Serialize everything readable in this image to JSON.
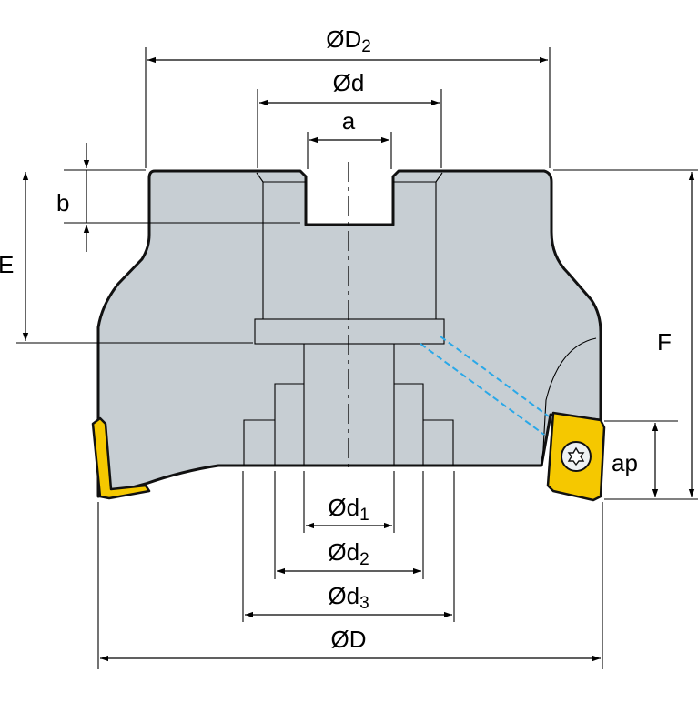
{
  "colors": {
    "body_fill": "#c7ced3",
    "outline": "#111111",
    "insert_fill": "#f5c800",
    "coolant_line": "#29a8e8"
  },
  "labels": {
    "D2": {
      "prefix": "Ø",
      "main": "D",
      "sub": "2"
    },
    "d": {
      "main": "Ød"
    },
    "a": {
      "main": "a"
    },
    "b": {
      "main": "b"
    },
    "E": {
      "main": "E"
    },
    "F": {
      "main": "F"
    },
    "ap": {
      "main": "ap"
    },
    "d1": {
      "prefix": "Ø",
      "main": "d",
      "sub": "1"
    },
    "d2": {
      "prefix": "Ø",
      "main": "d",
      "sub": "2"
    },
    "d3": {
      "prefix": "Ø",
      "main": "d",
      "sub": "3"
    },
    "D": {
      "main": "ØD"
    }
  },
  "icons": {
    "screw": "torx-screw-icon"
  }
}
